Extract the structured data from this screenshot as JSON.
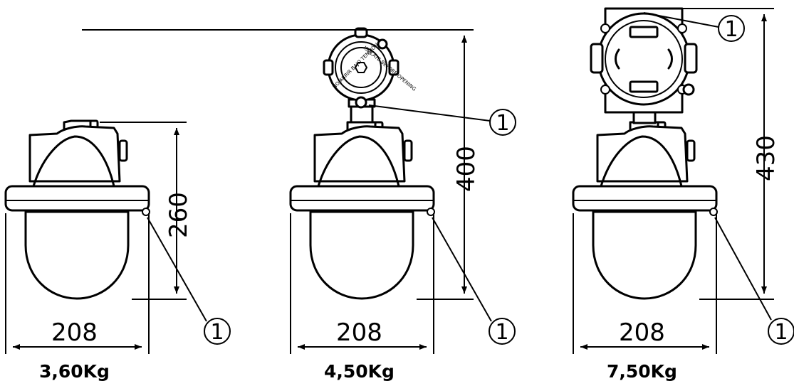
{
  "variants": [
    {
      "weight": "3,60Kg",
      "width_dim": "208",
      "height_dim": "260",
      "callouts": [
        "1"
      ]
    },
    {
      "weight": "4,50Kg",
      "width_dim": "208",
      "height_dim": "400",
      "callouts": [
        "1",
        "1"
      ]
    },
    {
      "weight": "7,50Kg",
      "width_dim": "208",
      "height_dim": "430",
      "callouts": [
        "1",
        "1"
      ]
    }
  ],
  "small_text": {
    "head_ring_a": "ISOLATE BEFORE OPENING",
    "head_ring_b": "NO ABRIR BAJO TENSIÓN"
  }
}
